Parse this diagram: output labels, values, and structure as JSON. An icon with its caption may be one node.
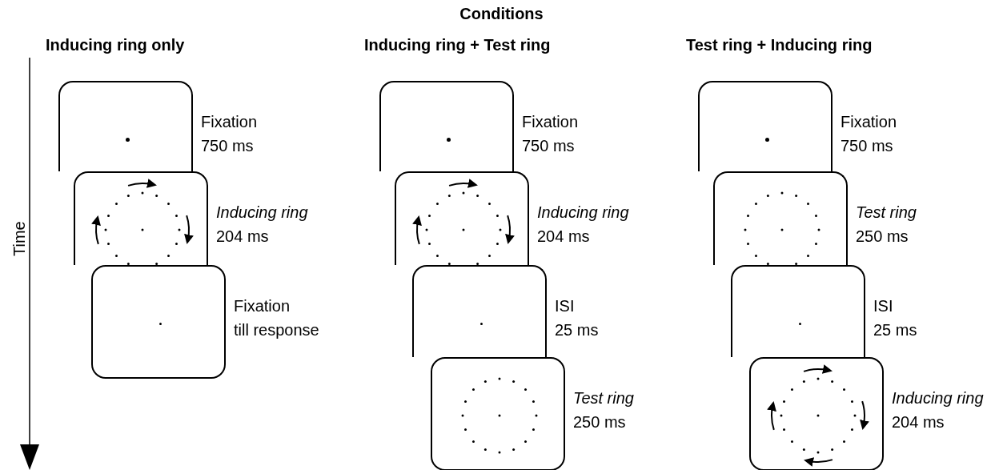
{
  "diagram": {
    "title": "Conditions",
    "nodes": [
      {
        "text": [],
        "shape": "box",
        "beside": [
          "Fixation",
          "750 ms"
        ]
      },
      {
        "text": [],
        "shape": "box",
        "beside": [
          "Inducing ring",
          "204 ms"
        ]
      },
      {
        "text": [],
        "shape": "box",
        "beside": [
          "Fixation",
          "till response"
        ]
      },
      {
        "text": [],
        "shape": "box",
        "beside": [
          "Fixation",
          "750 ms"
        ]
      },
      {
        "text": [],
        "shape": "box",
        "beside": [
          "Inducing ring",
          "204 ms"
        ]
      },
      {
        "text": [],
        "shape": "box",
        "beside": [
          "ISI",
          "25 ms"
        ]
      },
      {
        "text": [],
        "shape": "box",
        "beside": [
          "Test ring",
          "250 ms"
        ]
      },
      {
        "text": [],
        "shape": "box",
        "beside": [
          "Fixation",
          "750 ms"
        ]
      },
      {
        "text": [],
        "shape": "box",
        "beside": [
          "Test ring",
          "250 ms"
        ]
      },
      {
        "text": [],
        "shape": "box",
        "beside": [
          "ISI",
          "25 ms"
        ]
      },
      {
        "text": [],
        "shape": "box",
        "beside": [
          "Inducing ring",
          "204 ms"
        ]
      }
    ],
    "labels": [
      "Inducing ring only",
      "Inducing ring + Test ring",
      "Test ring + Inducing ring",
      "Time"
    ]
  }
}
